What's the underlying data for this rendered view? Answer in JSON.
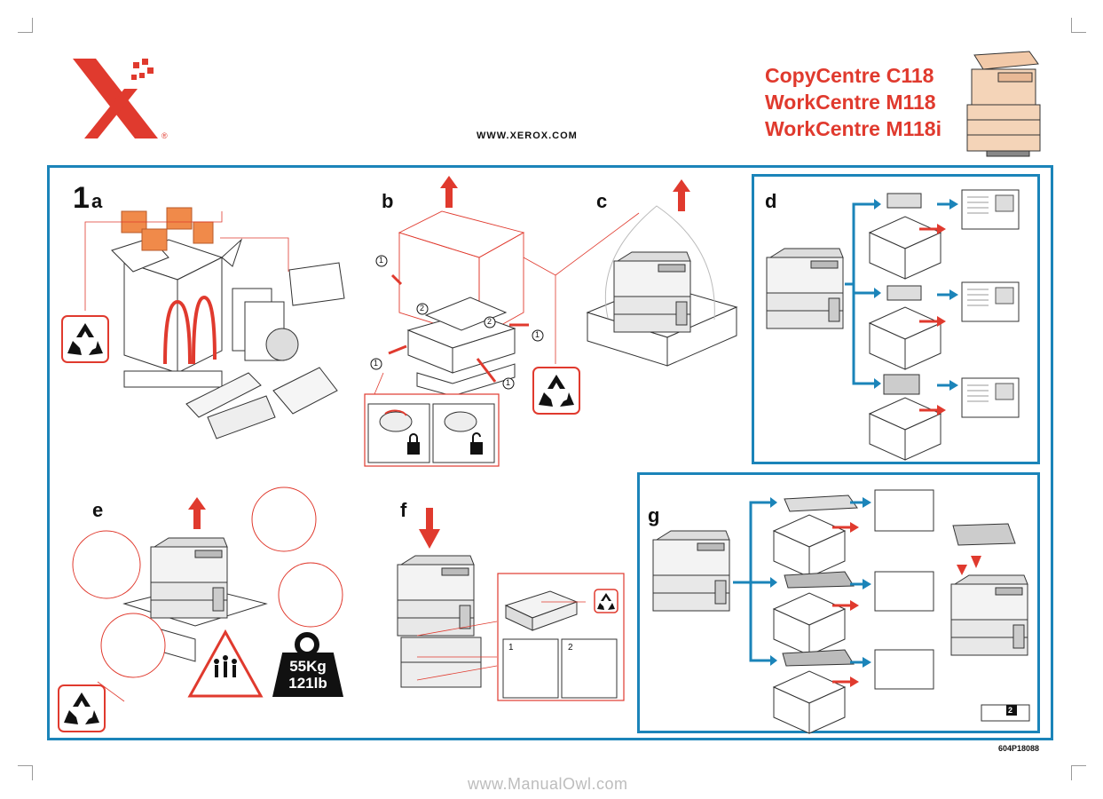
{
  "header": {
    "models": [
      "CopyCentre C118",
      "WorkCentre M118",
      "WorkCentre M118i"
    ],
    "url": "WWW.XEROX.COM"
  },
  "steps": {
    "s1": "1",
    "a": "a",
    "b": "b",
    "c": "c",
    "d": "d",
    "e": "e",
    "f": "f",
    "g": "g"
  },
  "weight": {
    "kg": "55Kg",
    "lb": "121lb"
  },
  "callouts": {
    "one": "1",
    "two": "2"
  },
  "page_nav": {
    "page": "2"
  },
  "document_number": "604P18088",
  "watermark": "www.ManualOwl.com",
  "colors": {
    "frame": "#1b84b9",
    "accent_red": "#e03a2e",
    "foam": "#f08a4a"
  },
  "icons": [
    "xerox-logo",
    "recycle-icon",
    "lift-arrow-icon",
    "lock-icon",
    "unlock-icon",
    "team-lift-warning-icon",
    "weight-icon"
  ]
}
